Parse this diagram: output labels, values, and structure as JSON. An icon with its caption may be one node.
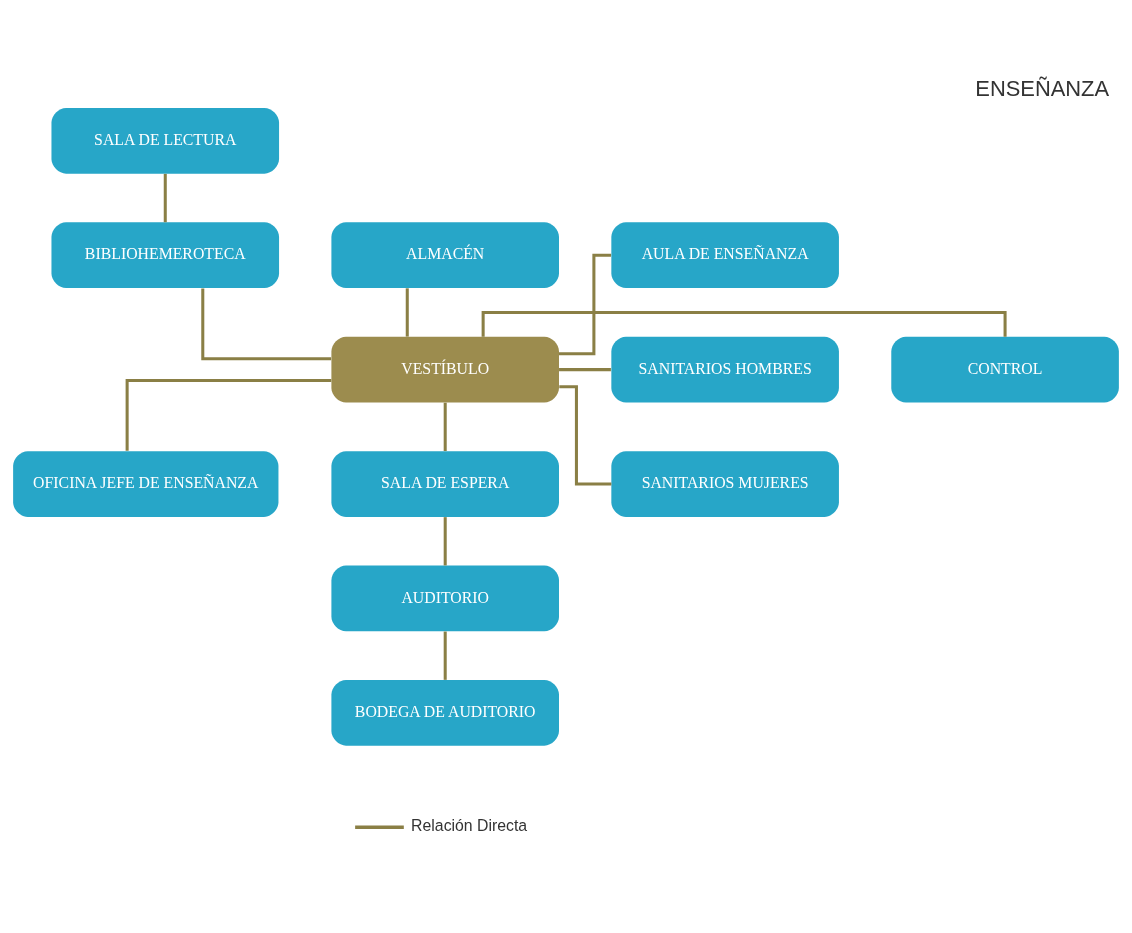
{
  "diagram": {
    "title": "ENSEÑANZA",
    "nodes": [
      {
        "text": [
          "SALA DE LECTURA"
        ]
      },
      {
        "text": [
          "ALMACÉN"
        ]
      },
      {
        "text": [
          "AULA DE ENSEÑANZA"
        ]
      },
      {
        "text": [
          "BIBLIOHEMEROTECA"
        ]
      },
      {
        "text": [
          "CONTROL"
        ]
      },
      {
        "text": [
          "VESTÍBULO"
        ]
      },
      {
        "text": [
          "SANITARIOS HOMBRES"
        ]
      },
      {
        "text": [
          "OFICINA JEFE DE ENSEÑANZA"
        ]
      },
      {
        "text": [
          "SALA DE ESPERA"
        ]
      },
      {
        "text": [
          "SANITARIOS MUJERES"
        ]
      },
      {
        "text": [
          "AUDITORIO"
        ]
      },
      {
        "text": [
          "BODEGA DE AUDITORIO"
        ]
      }
    ],
    "edges": [
      {
        "from": 0,
        "to": 3,
        "arrow": "none"
      },
      {
        "from": 3,
        "to": 5,
        "arrow": "none"
      },
      {
        "from": 1,
        "to": 5,
        "arrow": "none"
      },
      {
        "from": 2,
        "to": 5,
        "arrow": "none"
      },
      {
        "from": 5,
        "to": 4,
        "arrow": "none"
      },
      {
        "from": 5,
        "to": 7,
        "arrow": "none"
      },
      {
        "from": 5,
        "to": 6,
        "arrow": "none"
      },
      {
        "from": 5,
        "to": 9,
        "arrow": "none"
      },
      {
        "from": 5,
        "to": 8,
        "arrow": "none"
      },
      {
        "from": 8,
        "to": 10,
        "arrow": "none"
      },
      {
        "from": 10,
        "to": 11,
        "arrow": "none"
      }
    ],
    "legend": [
      {
        "text": "Relación Directa"
      }
    ]
  }
}
